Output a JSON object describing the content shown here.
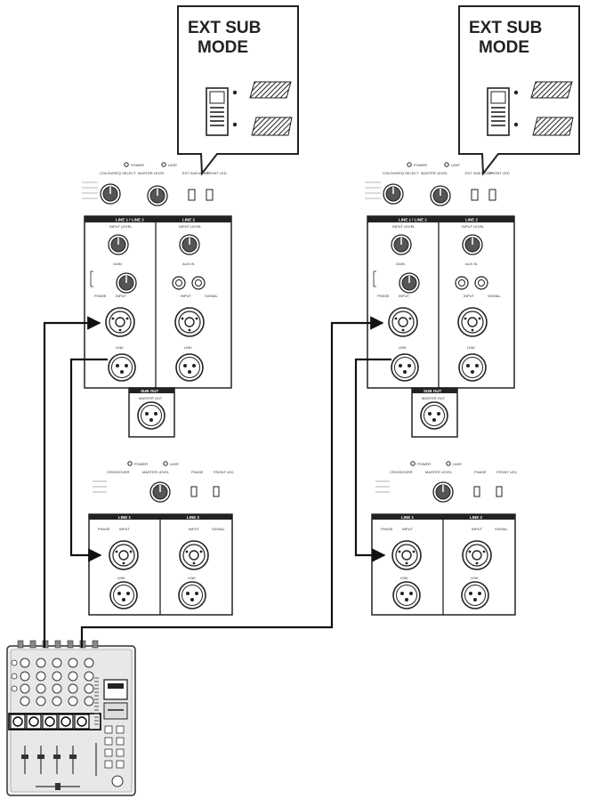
{
  "callouts": [
    {
      "line1": "EXT SUB",
      "line2": "MODE"
    },
    {
      "line1": "EXT SUB",
      "line2": "MODE"
    }
  ],
  "panel": {
    "indicators": [
      "POWER",
      "LIMIT"
    ],
    "knobs": [
      "COLOUR/EQ SELECT",
      "MASTER LEVEL",
      "EXT SUB MODE",
      "FRONT LED"
    ],
    "channels": [
      "LINE 1 / LINE 2",
      "LINE 2"
    ],
    "input_level": "INPUT LEVEL",
    "gain": "GAIN",
    "aux_in": "AUX IN",
    "input": "INPUT",
    "link": "LINK",
    "phase": "PHASE",
    "signal": "SIGNAL",
    "sub_out": "SUB OUT",
    "master_out": "MASTER OUT"
  },
  "sub_panel": {
    "indicators": [
      "POWER",
      "LIMIT"
    ],
    "knobs": [
      "CROSSOVER",
      "MASTER LEVEL",
      "PHASE",
      "FRONT LED"
    ],
    "channels": [
      "LINE 1",
      "LINE 2"
    ],
    "input": "INPUT",
    "link": "LINK",
    "phase": "PHASE",
    "signal": "SIGNAL"
  }
}
